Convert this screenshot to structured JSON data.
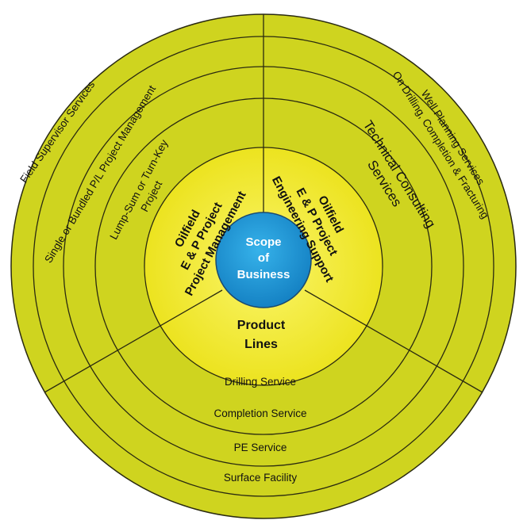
{
  "diagram": {
    "center": {
      "line1": "Scope",
      "line2": "of",
      "line3": "Business"
    },
    "sectors": {
      "left": {
        "inner_line1": "Oilfield",
        "inner_line2": "E & P Project",
        "inner_line3": "Project Management",
        "ring_inner": "Lump-Sum or Turn-Key",
        "ring_inner_2": "Project",
        "ring_middle": "Single or Bundled P/L Project Management",
        "ring_outer": "Field Supervisor Services"
      },
      "right": {
        "inner_line1": "Oilfield",
        "inner_line2": "E & P Project",
        "inner_line3": "Engineering Support",
        "ring_big_line1": "Technical Consulting",
        "ring_big_line2": "Services",
        "ring_outer_line1": "Well Planning Services",
        "ring_outer_line2": "On Drilling, Completion & Fracturing"
      },
      "bottom": {
        "inner_line1": "Product",
        "inner_line2": "Lines",
        "ring1": "Drilling Service",
        "ring2": "Completion Service",
        "ring3": "PE Service",
        "ring4": "Surface Facility"
      }
    },
    "colors": {
      "outer_fill": "#cfd41f",
      "outer_stroke": "#2a2a10",
      "inner_yellow": "#f1ea27",
      "center_blue": "#1f9ad6",
      "center_text": "#ffffff"
    }
  }
}
